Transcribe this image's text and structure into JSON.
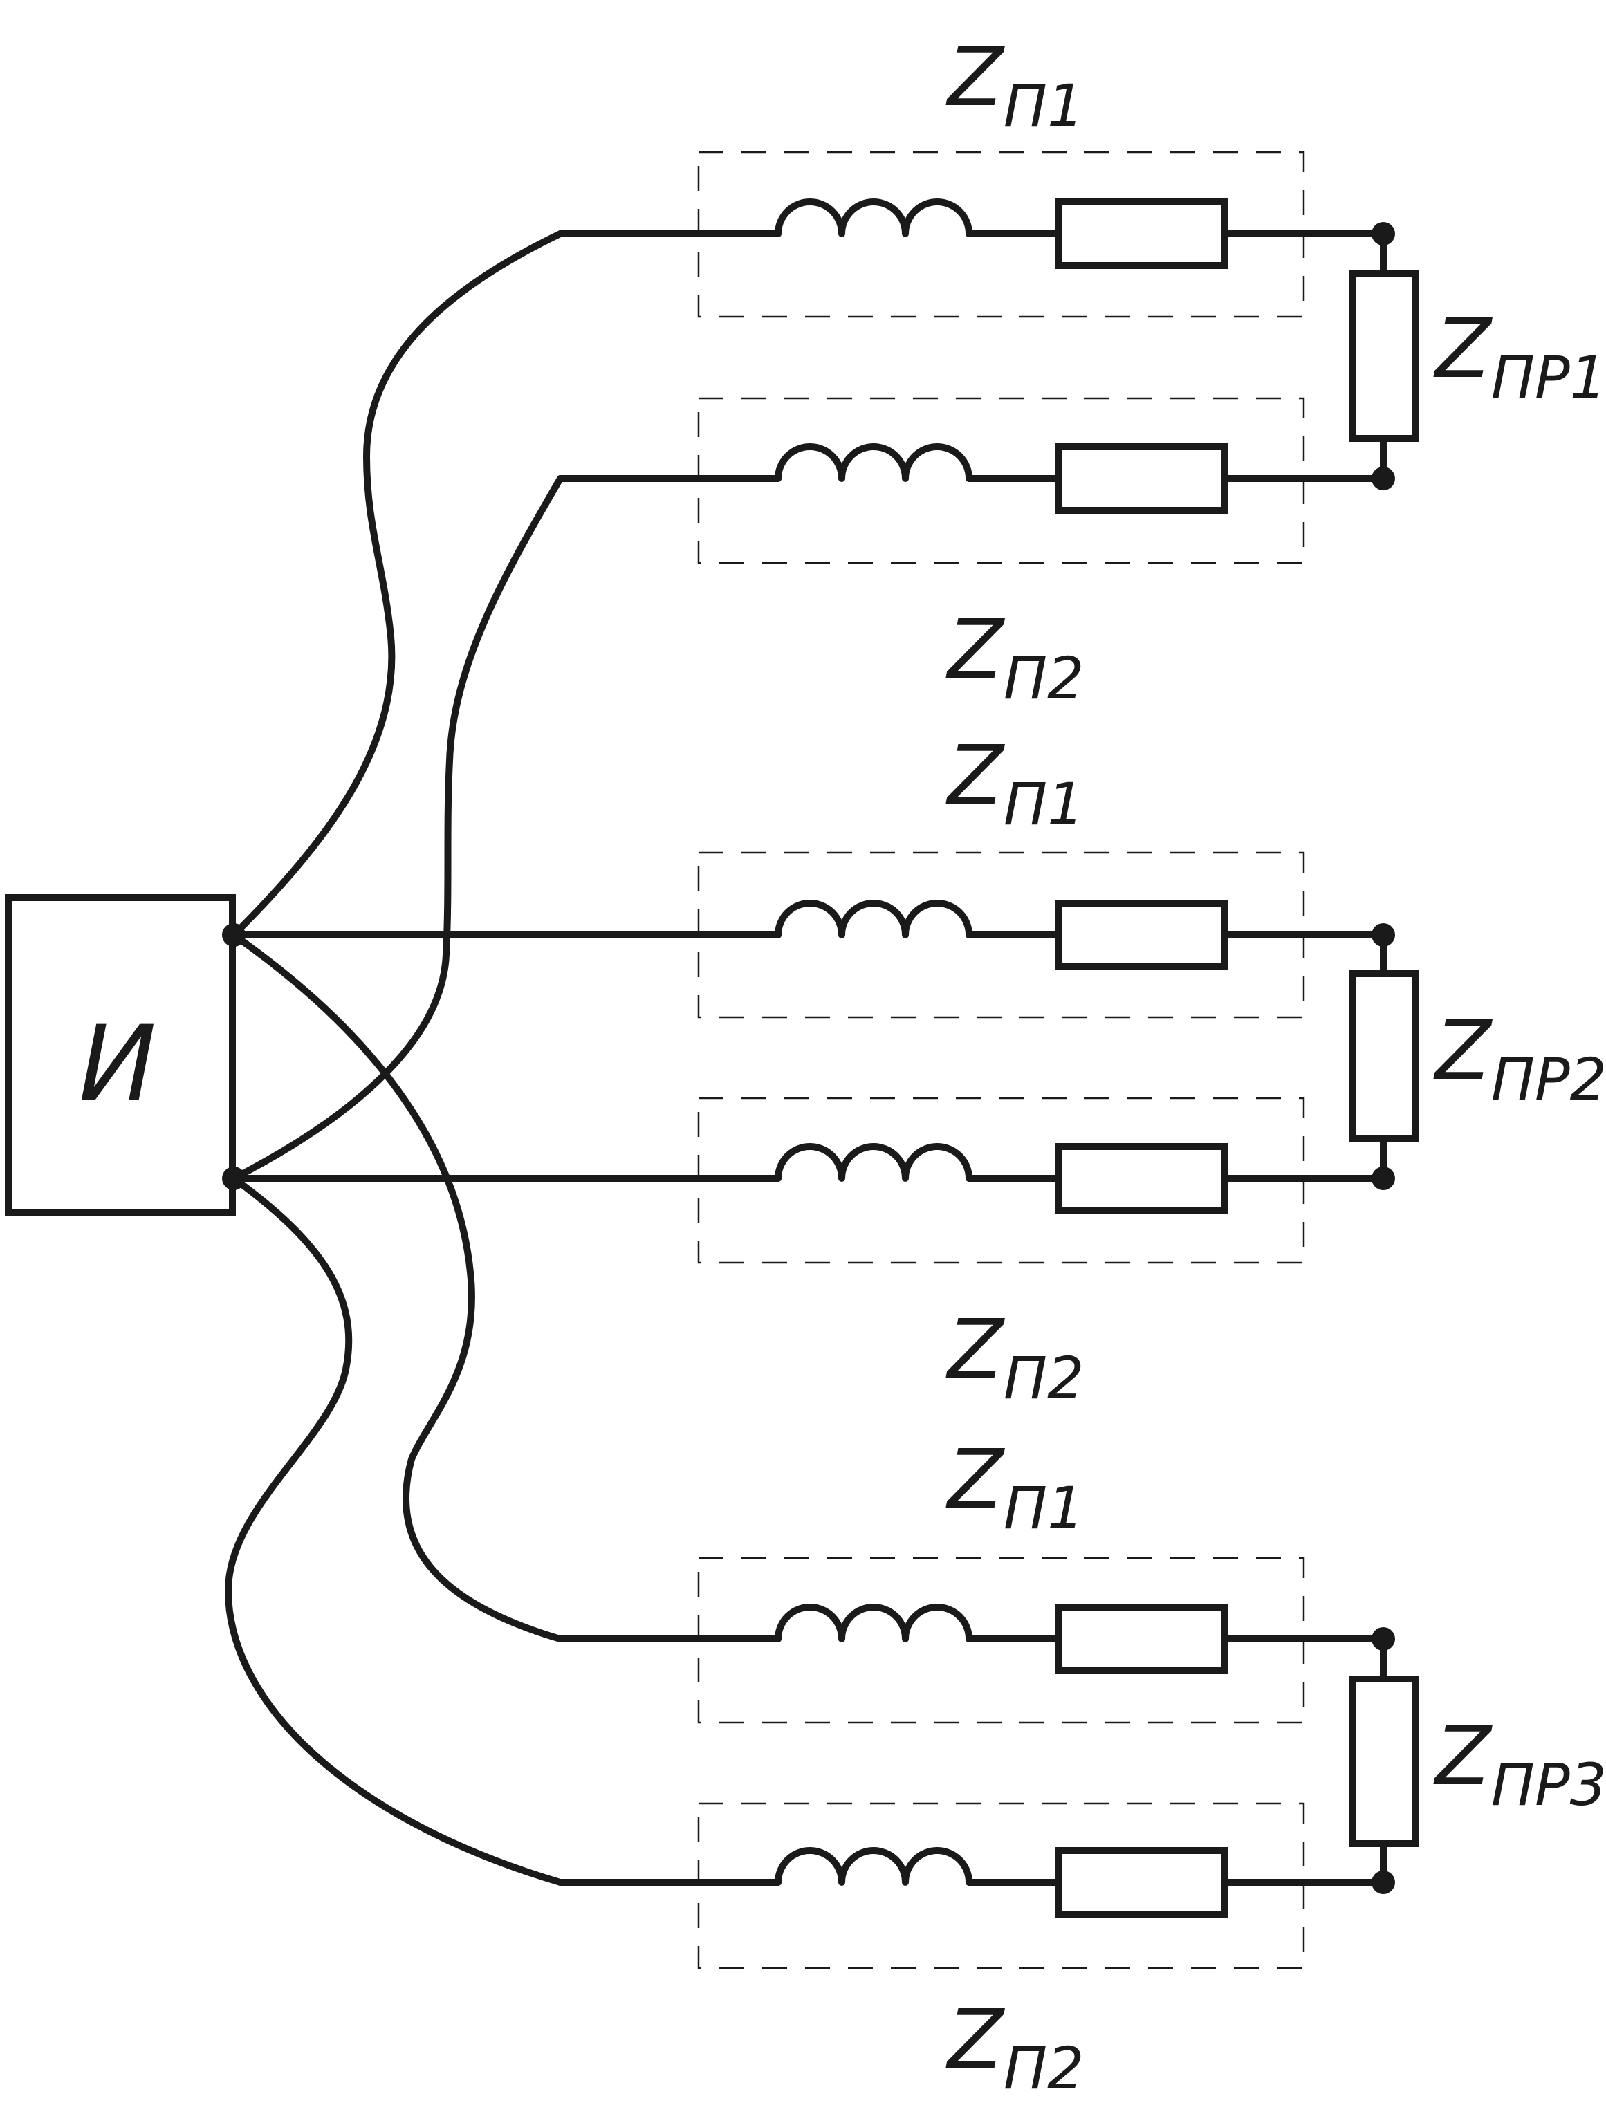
{
  "source": {
    "label": "И"
  },
  "labels": {
    "z": "Z",
    "zp1": "П1",
    "zp2": "П2",
    "zpr1": "ПР1",
    "zpr2": "ПР2",
    "zpr3": "ПР3"
  },
  "colors": {
    "line": "#1a1a1a",
    "background": "#ffffff"
  }
}
